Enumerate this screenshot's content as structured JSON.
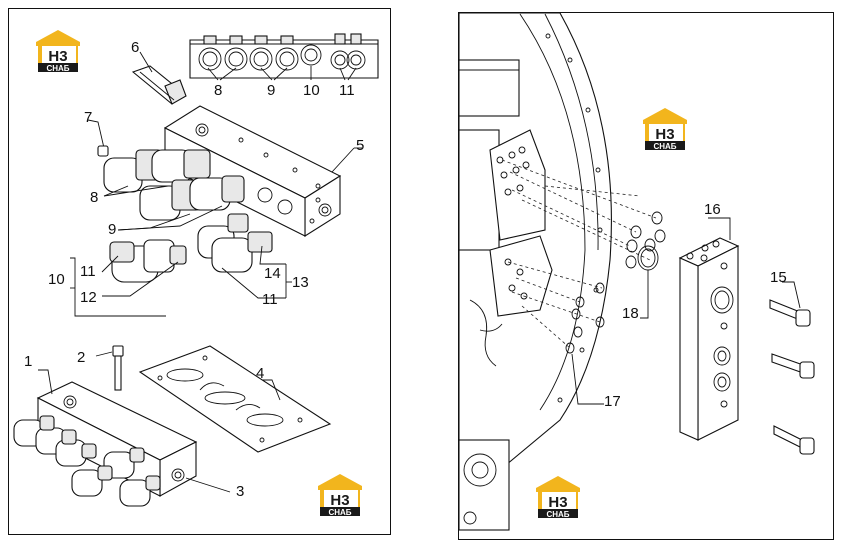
{
  "logo": {
    "mark": "H3",
    "brand": "СНАБ",
    "colors": {
      "roof": "#f2b51d",
      "text": "#1a1a1a",
      "band": "#1a1a1a"
    }
  },
  "left_diagram": {
    "callouts": [
      "1",
      "2",
      "3",
      "4",
      "5",
      "6",
      "7",
      "8",
      "8",
      "9",
      "9",
      "10",
      "10",
      "11",
      "11",
      "11",
      "12",
      "13",
      "14"
    ]
  },
  "right_diagram": {
    "callouts": [
      "15",
      "16",
      "17",
      "18"
    ]
  }
}
